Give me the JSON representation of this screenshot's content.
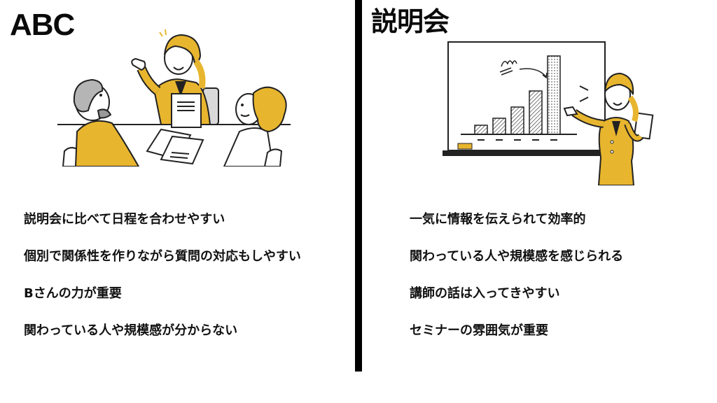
{
  "left_panel": {
    "title": "ABC",
    "illustration": "meeting-illustration",
    "points": [
      "説明会に比べて日程を合わせやすい",
      "個別で関係性を作りながら質問の対応もしやすい",
      "Bさんの力が重要",
      "関わっている人や規模感が分からない"
    ]
  },
  "right_panel": {
    "title": "説明会",
    "illustration": "presentation-illustration",
    "points": [
      "一気に情報を伝えられて効率的",
      "関わっている人や規模感を感じられる",
      "講師の話は入ってきやすい",
      "セミナーの雰囲気が重要"
    ]
  },
  "colors": {
    "accent": "#E8B52E",
    "text": "#111111",
    "divider": "#000000",
    "background": "#FFFFFF",
    "gray": "#BDBDBD"
  }
}
